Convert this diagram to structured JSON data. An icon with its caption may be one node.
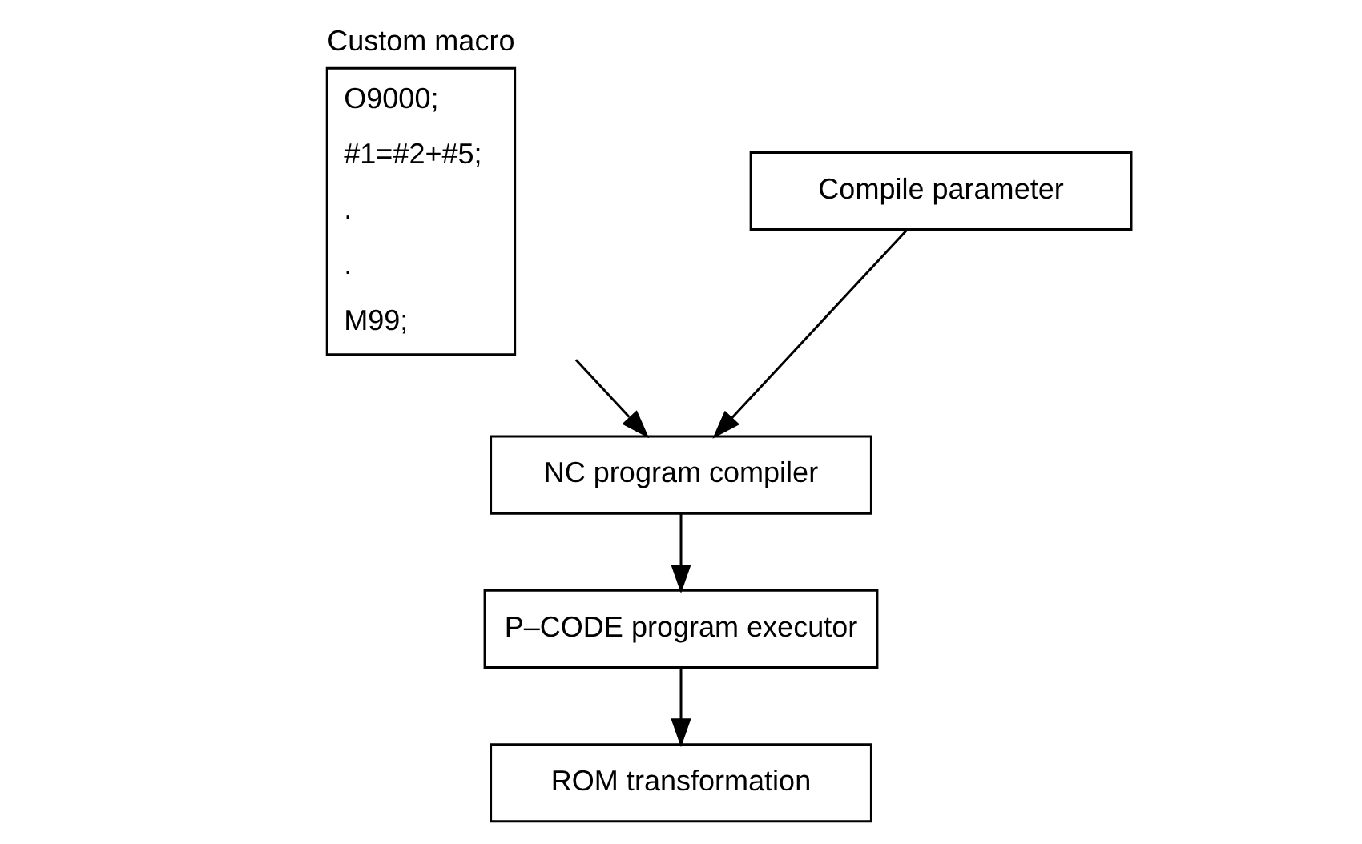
{
  "diagram": {
    "nodes": [
      {
        "text": [
          "Custom macro",
          "O9000;",
          "#1=#2+#5;",
          ".",
          ".",
          "M99;"
        ]
      },
      {
        "text": [
          "Compile parameter"
        ]
      },
      {
        "text": [
          "NC program compiler"
        ]
      },
      {
        "text": [
          "P–CODE program executor"
        ]
      },
      {
        "text": [
          "ROM transformation"
        ]
      }
    ],
    "edges": [
      {
        "from": 0,
        "to": 2,
        "arrow": "to"
      },
      {
        "from": 1,
        "to": 2,
        "arrow": "to"
      },
      {
        "from": 2,
        "to": 3,
        "arrow": "to"
      },
      {
        "from": 3,
        "to": 4,
        "arrow": "to"
      }
    ]
  }
}
